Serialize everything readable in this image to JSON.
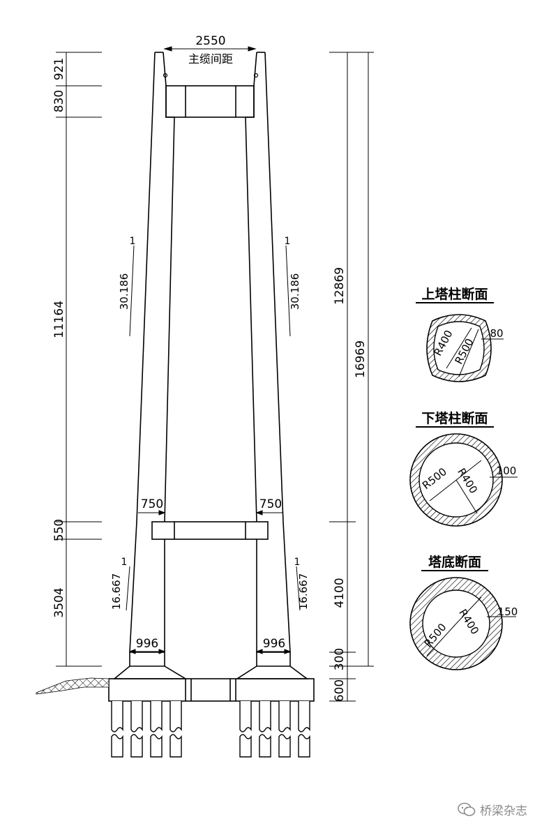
{
  "top": {
    "spacing_value": "2550",
    "spacing_label": "主缆间距"
  },
  "left_dims": {
    "d1": "921",
    "d2": "830",
    "d3": "11164",
    "d4": "550",
    "d5": "3504"
  },
  "right_dims": {
    "d1": "12869",
    "d2": "16969",
    "d3": "4100",
    "d4": "300",
    "d5": "600"
  },
  "widths": {
    "beam_left": "750",
    "beam_right": "750",
    "base_left": "996",
    "base_right": "996"
  },
  "slopes": {
    "upper_rise": "1",
    "upper_run": "30.186",
    "lower_rise": "1",
    "lower_run": "16.667"
  },
  "sections": [
    {
      "title": "上塔柱断面",
      "r_inner": "R400",
      "r_outer": "R500",
      "wall": "80"
    },
    {
      "title": "下塔柱断面",
      "r_inner": "R400",
      "r_outer": "R500",
      "wall": "100"
    },
    {
      "title": "塔底断面",
      "r_inner": "R400",
      "r_outer": "R500",
      "wall": "150"
    }
  ],
  "watermark": "桥梁杂志"
}
